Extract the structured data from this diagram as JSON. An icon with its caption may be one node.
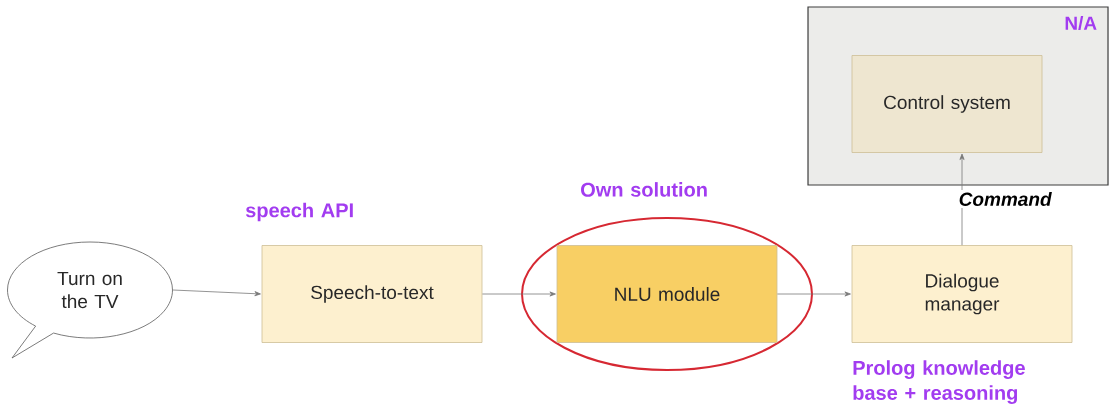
{
  "diagram": {
    "nodes": [
      {
        "text": [
          "N/A"
        ]
      },
      {
        "text": [
          "Control system"
        ],
        "in": 0
      },
      {
        "text": [
          "Turn on the TV"
        ]
      },
      {
        "text": [
          "Speech-to-text"
        ],
        "beside": [
          "speech API"
        ]
      },
      {
        "text": [
          "NLU module"
        ],
        "beside": [
          "Own solution"
        ]
      },
      {
        "text": [
          "Dialogue manager"
        ],
        "beside": [
          "Prolog knowledge base + reasoning"
        ]
      }
    ],
    "edges": [
      {
        "from": 2,
        "to": 3,
        "arrow": "to"
      },
      {
        "from": 3,
        "to": 4,
        "arrow": "to"
      },
      {
        "from": 4,
        "to": 5,
        "arrow": "to"
      },
      {
        "from": 5,
        "to": 1,
        "arrow": "to",
        "label": "Command"
      }
    ]
  }
}
